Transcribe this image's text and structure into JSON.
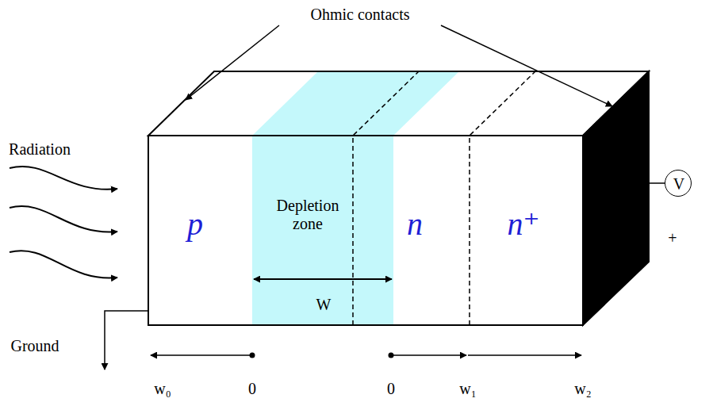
{
  "diagram": {
    "nodes": [
      {
        "text": [
          "p"
        ]
      },
      {
        "text": [
          "Depletion zone",
          "W"
        ]
      },
      {
        "text": [
          "n"
        ]
      },
      {
        "text": [
          "n⁺"
        ]
      },
      {
        "text": [
          "V"
        ]
      }
    ],
    "labels": [
      "Ohmic contacts",
      "Radiation",
      "+",
      "Ground",
      "w₀",
      "0",
      "0",
      "w₁",
      "w₂"
    ]
  }
}
